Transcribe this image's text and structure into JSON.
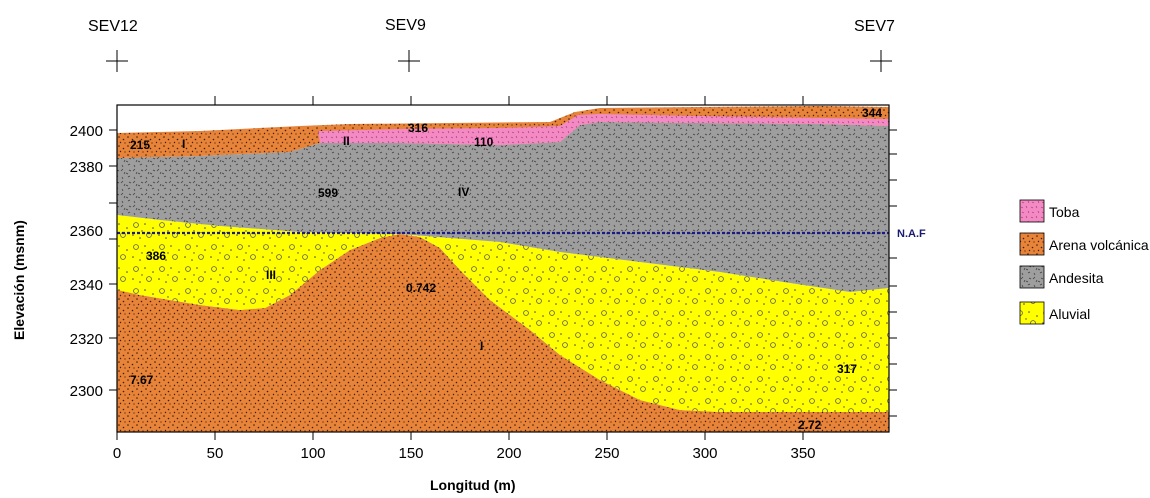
{
  "figure": {
    "y_axis_title": "Elevación (msnm)",
    "x_axis_title": "Longitud (m)",
    "x_ticks": [
      "0",
      "50",
      "100",
      "150",
      "200",
      "250",
      "300",
      "350"
    ],
    "y_ticks": [
      "2400",
      "2380",
      "2360",
      "2340",
      "2320",
      "2300"
    ],
    "sev_points": [
      {
        "label": "SEV12",
        "position_m": 0
      },
      {
        "label": "SEV9",
        "position_m": 150
      },
      {
        "label": "SEV7",
        "position_m": 390
      }
    ],
    "water_table": {
      "label": "N.A.F",
      "elevation_msnm": 2360,
      "color": "#1a1a8c"
    }
  },
  "units": {
    "resistivities": [
      "215",
      "316",
      "344",
      "110",
      "599",
      "386",
      "0.742",
      "7.67",
      "317",
      "2.72"
    ],
    "roman": [
      "I",
      "II",
      "IV",
      "III",
      "I"
    ]
  },
  "legend": [
    {
      "label": "Toba",
      "color": "#f48ac4"
    },
    {
      "label": "Arena volcánica",
      "color": "#e8833a"
    },
    {
      "label": "Andesita",
      "color": "#9e9e9e"
    },
    {
      "label": "Aluvial",
      "color": "#ffff00"
    }
  ]
}
